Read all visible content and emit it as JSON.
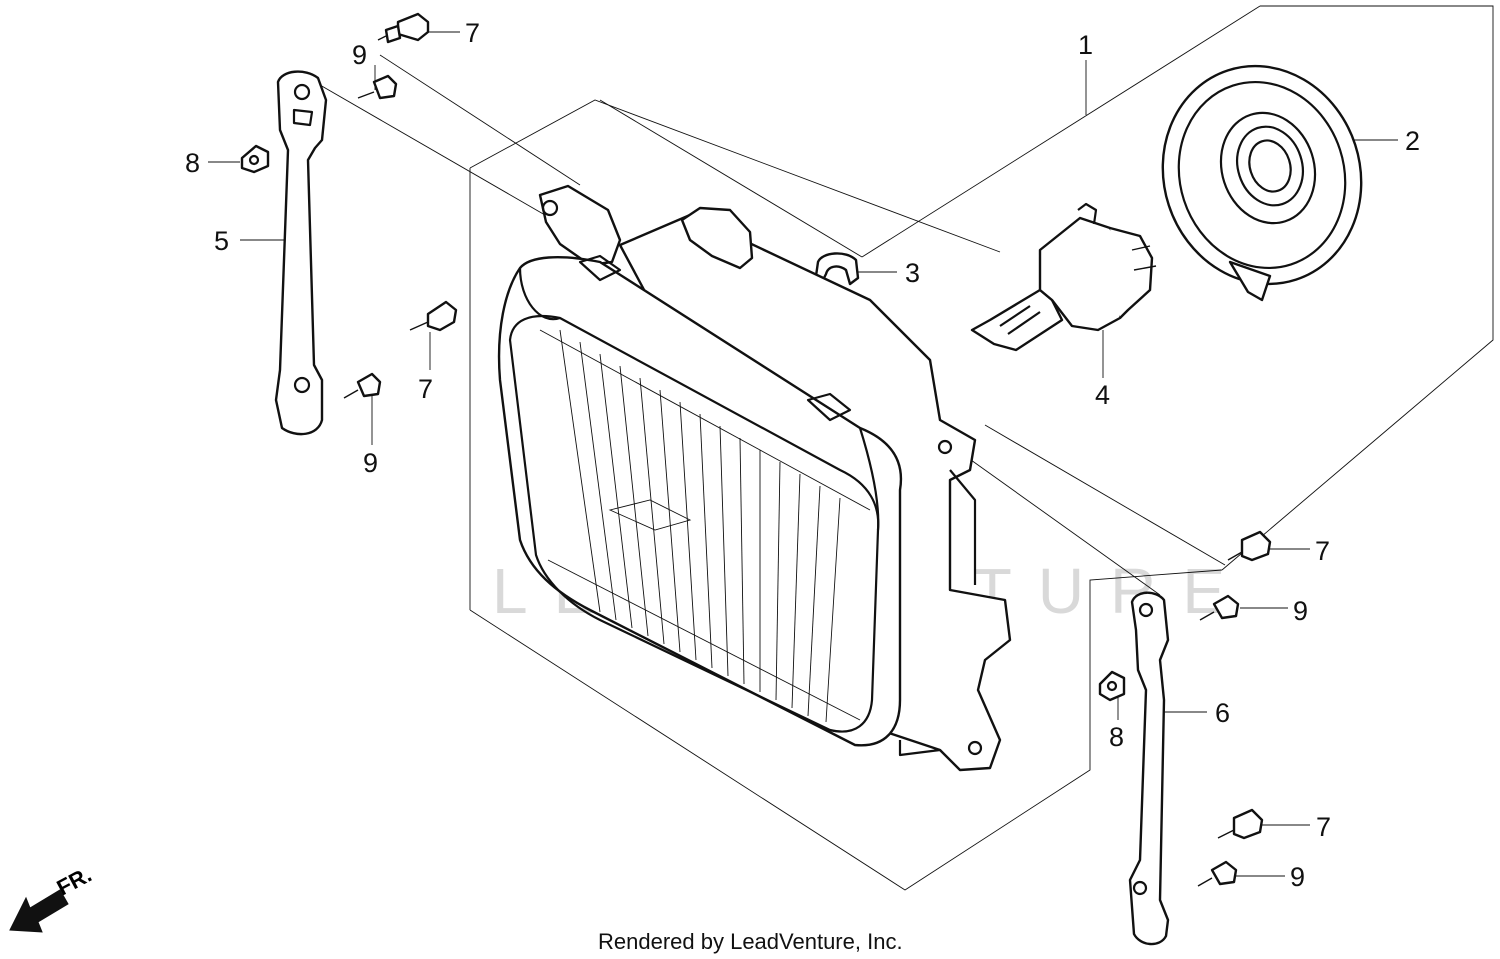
{
  "callouts": {
    "c1": "1",
    "c2": "2",
    "c3": "3",
    "c4": "4",
    "c5": "5",
    "c6": "6",
    "c7a": "7",
    "c7b": "7",
    "c7c": "7",
    "c7d": "7",
    "c8a": "8",
    "c8b": "8",
    "c9a": "9",
    "c9b": "9",
    "c9c": "9",
    "c9d": "9"
  },
  "direction_label": "FR.",
  "credit": "Rendered by LeadVenture, Inc.",
  "watermark": "LEADVENTURE"
}
